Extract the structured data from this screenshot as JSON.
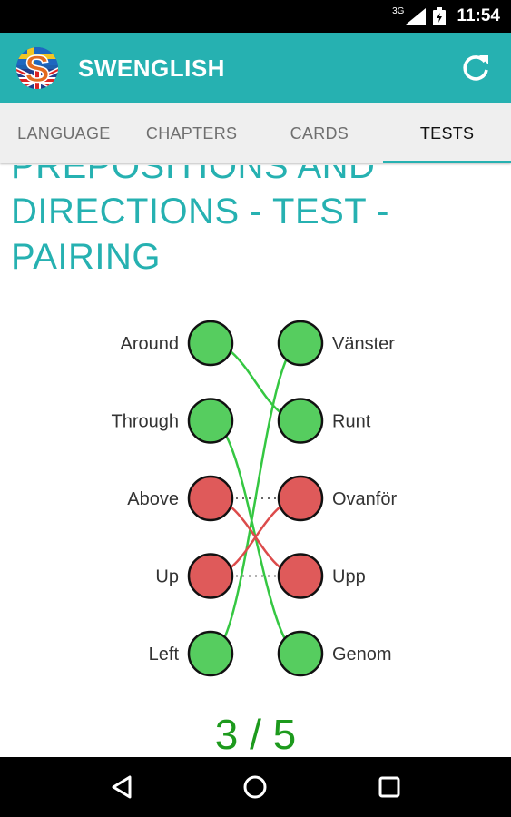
{
  "status_bar": {
    "network": "3G",
    "time": "11:54"
  },
  "app_bar": {
    "title": "SWENGLISH",
    "logo_icon": "swenglish-logo-icon",
    "refresh_icon": "refresh-icon"
  },
  "tabs": [
    {
      "label": "LANGUAGE",
      "active": false
    },
    {
      "label": "CHAPTERS",
      "active": false
    },
    {
      "label": "CARDS",
      "active": false
    },
    {
      "label": "TESTS",
      "active": true
    }
  ],
  "test": {
    "title": "PREPOSITIONS AND DIRECTIONS - TEST - PAIRING",
    "left_words": [
      "Around",
      "Through",
      "Above",
      "Up",
      "Left"
    ],
    "right_words": [
      "Vänster",
      "Runt",
      "Ovanför",
      "Upp",
      "Genom"
    ],
    "left_status": [
      "correct",
      "correct",
      "wrong",
      "wrong",
      "correct"
    ],
    "right_status": [
      "correct",
      "correct",
      "wrong",
      "wrong",
      "correct"
    ],
    "user_pairs": [
      {
        "left": "Around",
        "right": "Runt",
        "result": "correct"
      },
      {
        "left": "Through",
        "right": "Genom",
        "result": "correct"
      },
      {
        "left": "Left",
        "right": "Vänster",
        "result": "correct"
      },
      {
        "left": "Above",
        "right": "Upp",
        "result": "wrong"
      },
      {
        "left": "Up",
        "right": "Ovanför",
        "result": "wrong"
      }
    ],
    "solution_pairs": [
      {
        "left": "Above",
        "right": "Ovanför"
      },
      {
        "left": "Up",
        "right": "Upp"
      }
    ],
    "score": "3 / 5"
  },
  "colors": {
    "accent": "#26b1b1",
    "correct_fill": "#56cd5f",
    "wrong_fill": "#df5a5a",
    "correct_line": "#35c742",
    "wrong_line": "#dc4b4b",
    "score": "#1d9a1d"
  },
  "nav_bar": {
    "icons": [
      "back-icon",
      "home-icon",
      "recents-icon"
    ]
  }
}
